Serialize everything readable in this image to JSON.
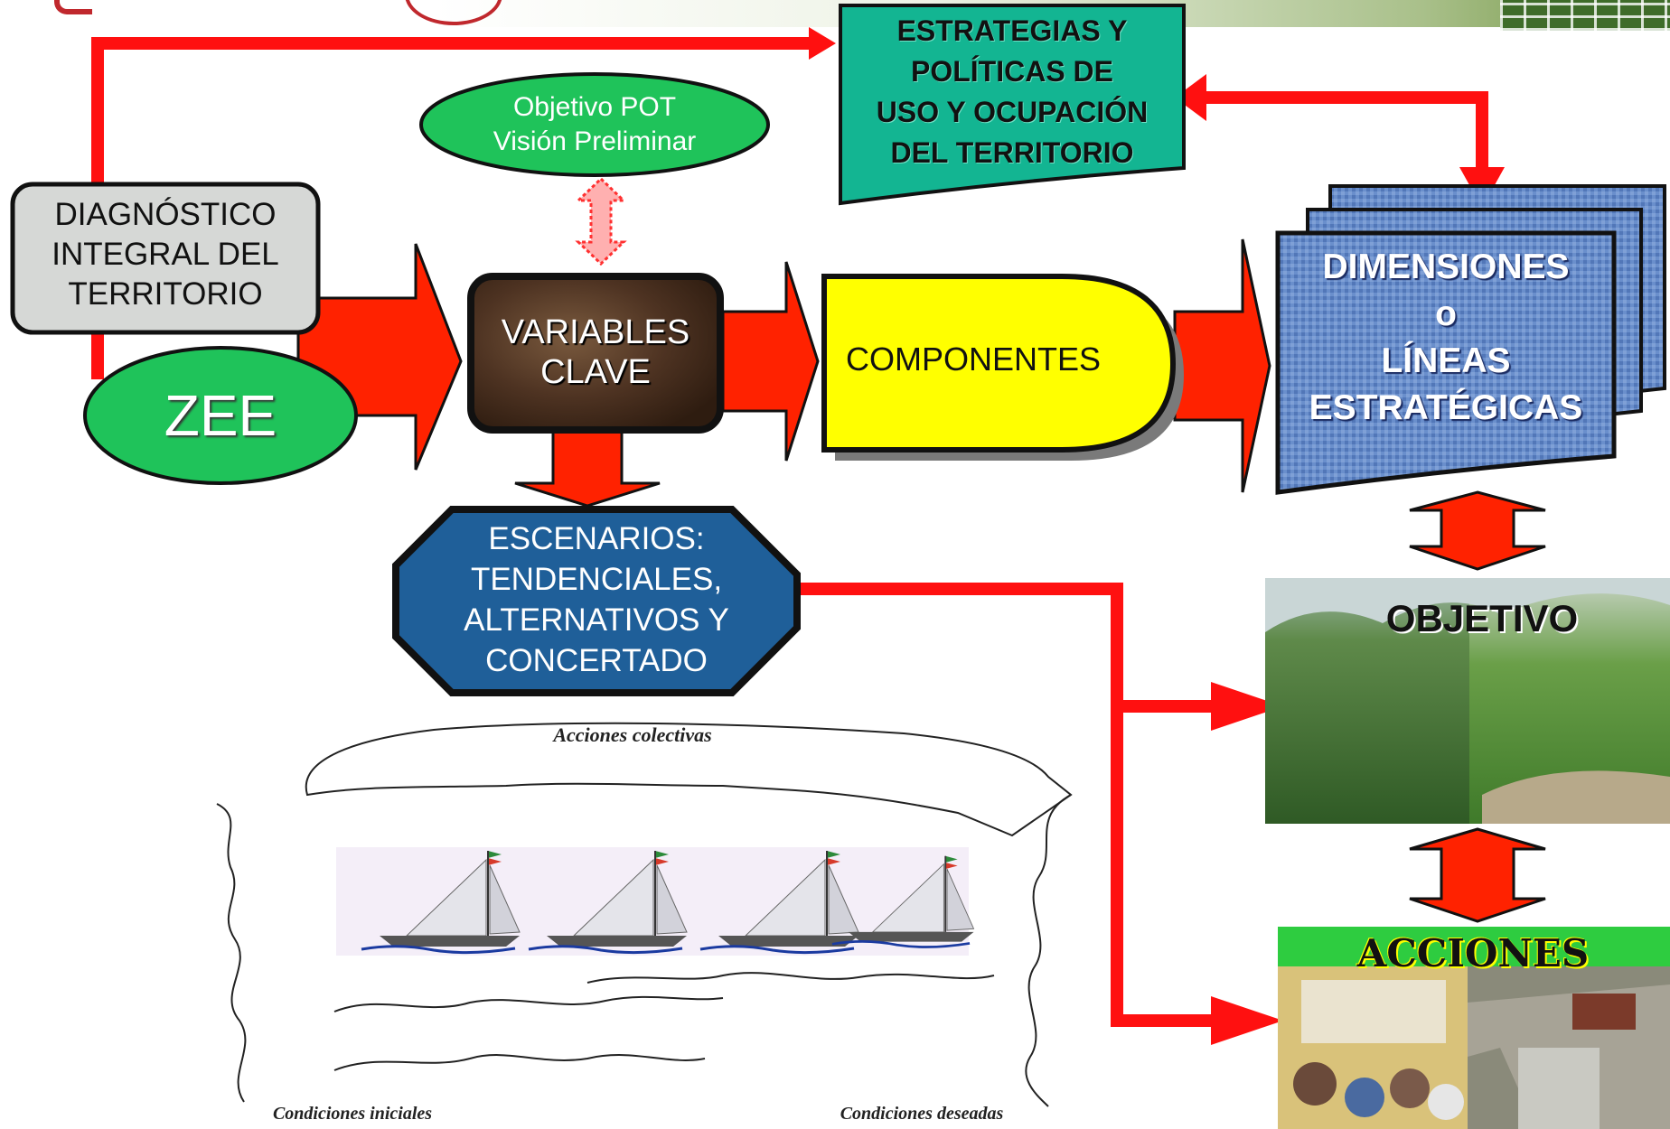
{
  "nodes": {
    "diagnostico": [
      "DIAGNÓSTICO",
      "INTEGRAL DEL",
      "TERRITORIO"
    ],
    "zee": "ZEE",
    "objetivo_pot": [
      "Objetivo POT",
      "Visión Preliminar"
    ],
    "variables_clave": [
      "VARIABLES",
      "CLAVE"
    ],
    "componentes": "COMPONENTES",
    "estrategias": [
      "ESTRATEGIAS Y",
      "POLÍTICAS DE",
      "USO Y OCUPACIÓN",
      "DEL TERRITORIO"
    ],
    "dimensiones": [
      "DIMENSIONES",
      "o",
      "LÍNEAS",
      "ESTRATÉGICAS"
    ],
    "escenarios": [
      "ESCENARIOS:",
      "TENDENCIALES,",
      "ALTERNATIVOS Y",
      "CONCERTADO"
    ],
    "objetivo": "OBJETIVO",
    "acciones": "ACCIONES"
  },
  "illustration": {
    "top_label": "Acciones colectivas",
    "bottom_left_label": "Condiciones iniciales",
    "bottom_right_label": "Condiciones deseadas"
  },
  "colors": {
    "arrow_red": "#ff2200",
    "connector_red": "#ff1010",
    "oval_green": "#1fc35a",
    "teal_box": "#13b592",
    "yellow_shape": "#ffff00",
    "octagon_blue": "#1f5f99",
    "dimensions_blue": "#5f86c6",
    "variables_brown": "#4a3020",
    "header_green": "#5a8a2a"
  },
  "icons": [
    "sailboat-icon",
    "sailboat-icon",
    "sailboat-icon",
    "sailboat-icon"
  ]
}
